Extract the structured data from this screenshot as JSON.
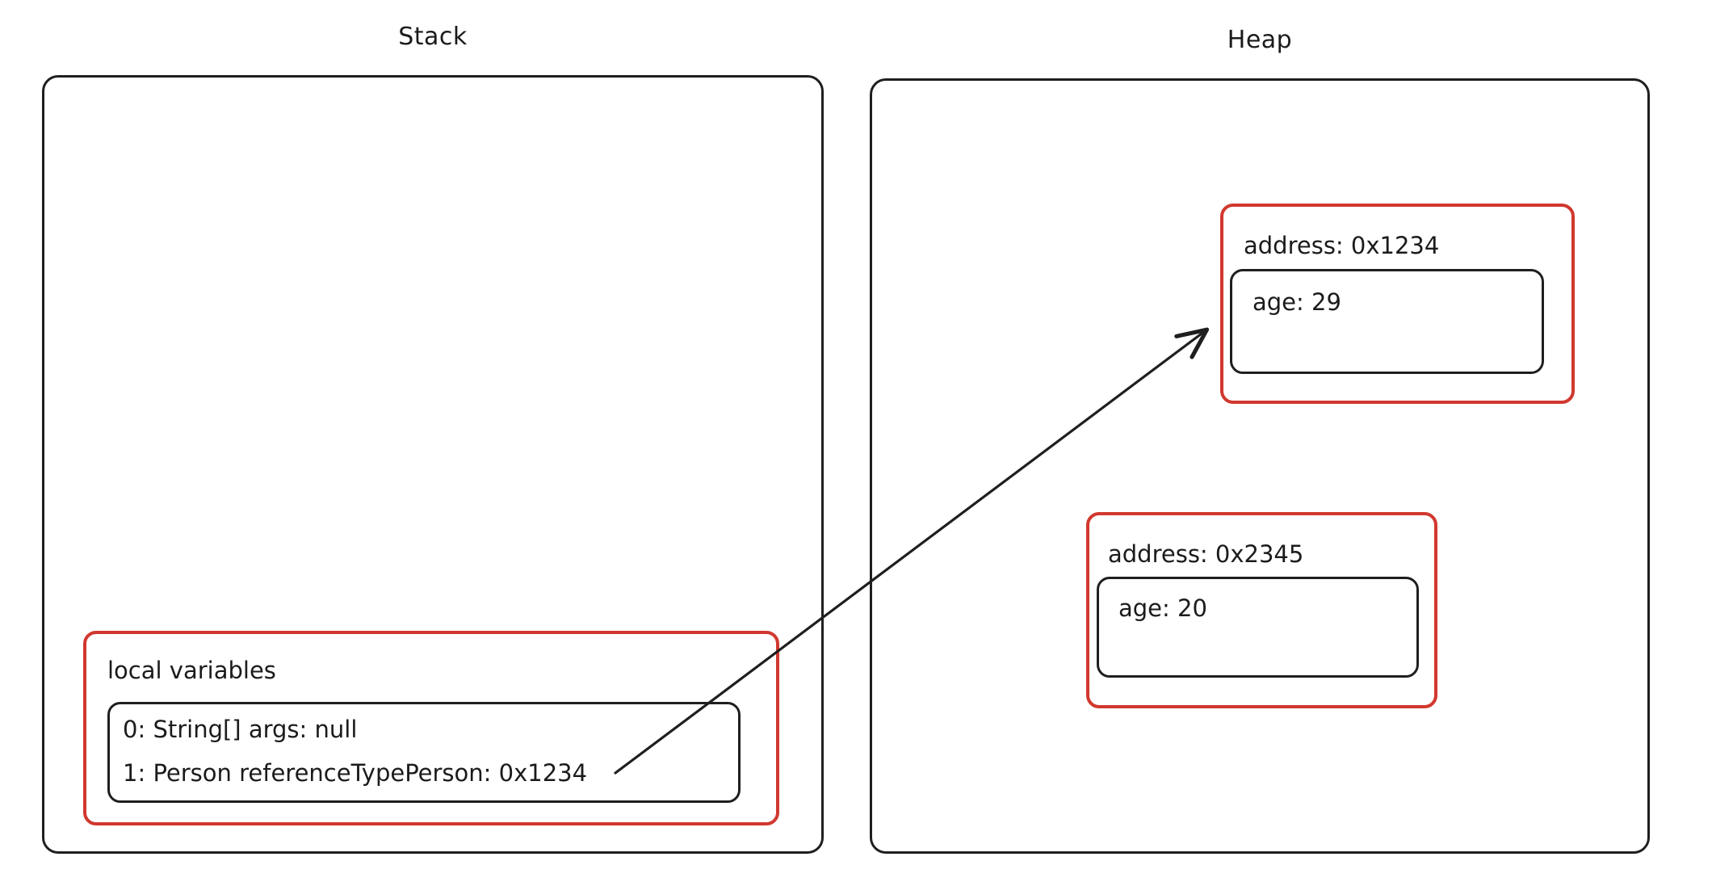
{
  "diagram": {
    "title_stack": "Stack",
    "title_heap": "Heap",
    "accent_red": "#d1382e",
    "stroke_black": "#1f1f1f",
    "background": "#ffffff"
  },
  "stack": {
    "label": "Stack",
    "frames": [
      {
        "title": "local variables",
        "entries": [
          "0: String[] args: null",
          "1: Person referenceTypePerson: 0x1234"
        ]
      }
    ]
  },
  "heap": {
    "label": "Heap",
    "objects": [
      {
        "title": "address: 0x1234",
        "fields": [
          "age: 29"
        ]
      },
      {
        "title": "address: 0x2345",
        "fields": [
          "age: 20"
        ]
      }
    ]
  },
  "arrow": {
    "name": "reference-arrow",
    "from_label": "1: Person referenceTypePerson: 0x1234",
    "to_label": "address: 0x1234",
    "color": "#1f1f1f"
  }
}
